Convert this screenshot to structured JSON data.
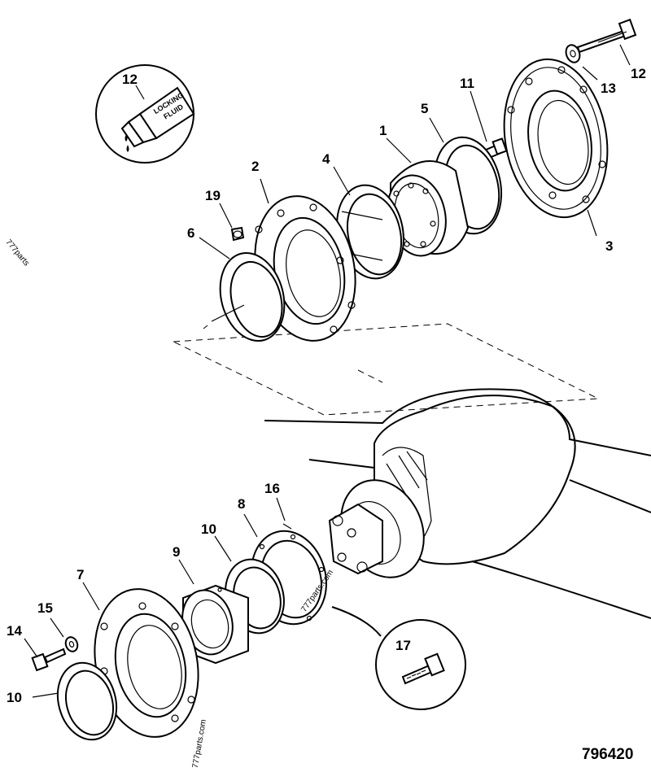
{
  "callouts": [
    {
      "id": "c1",
      "text": "1"
    },
    {
      "id": "c2",
      "text": "2"
    },
    {
      "id": "c3",
      "text": "3"
    },
    {
      "id": "c4",
      "text": "4"
    },
    {
      "id": "c5",
      "text": "5"
    },
    {
      "id": "c6",
      "text": "6"
    },
    {
      "id": "c7",
      "text": "7"
    },
    {
      "id": "c8",
      "text": "8"
    },
    {
      "id": "c9",
      "text": "9"
    },
    {
      "id": "c10a",
      "text": "10"
    },
    {
      "id": "c10b",
      "text": "10"
    },
    {
      "id": "c11",
      "text": "11"
    },
    {
      "id": "c12a",
      "text": "12"
    },
    {
      "id": "c12b",
      "text": "12"
    },
    {
      "id": "c13",
      "text": "13"
    },
    {
      "id": "c14",
      "text": "14"
    },
    {
      "id": "c15",
      "text": "15"
    },
    {
      "id": "c16",
      "text": "16"
    },
    {
      "id": "c17",
      "text": "17"
    },
    {
      "id": "c19",
      "text": "19"
    }
  ],
  "locking_fluid": {
    "line1": "LOCKING",
    "line2": "FLUID"
  },
  "drawing_ref": "796420",
  "watermarks": {
    "side_left": "777parts",
    "center": "777parts.com",
    "bottom": "777parts.com"
  }
}
